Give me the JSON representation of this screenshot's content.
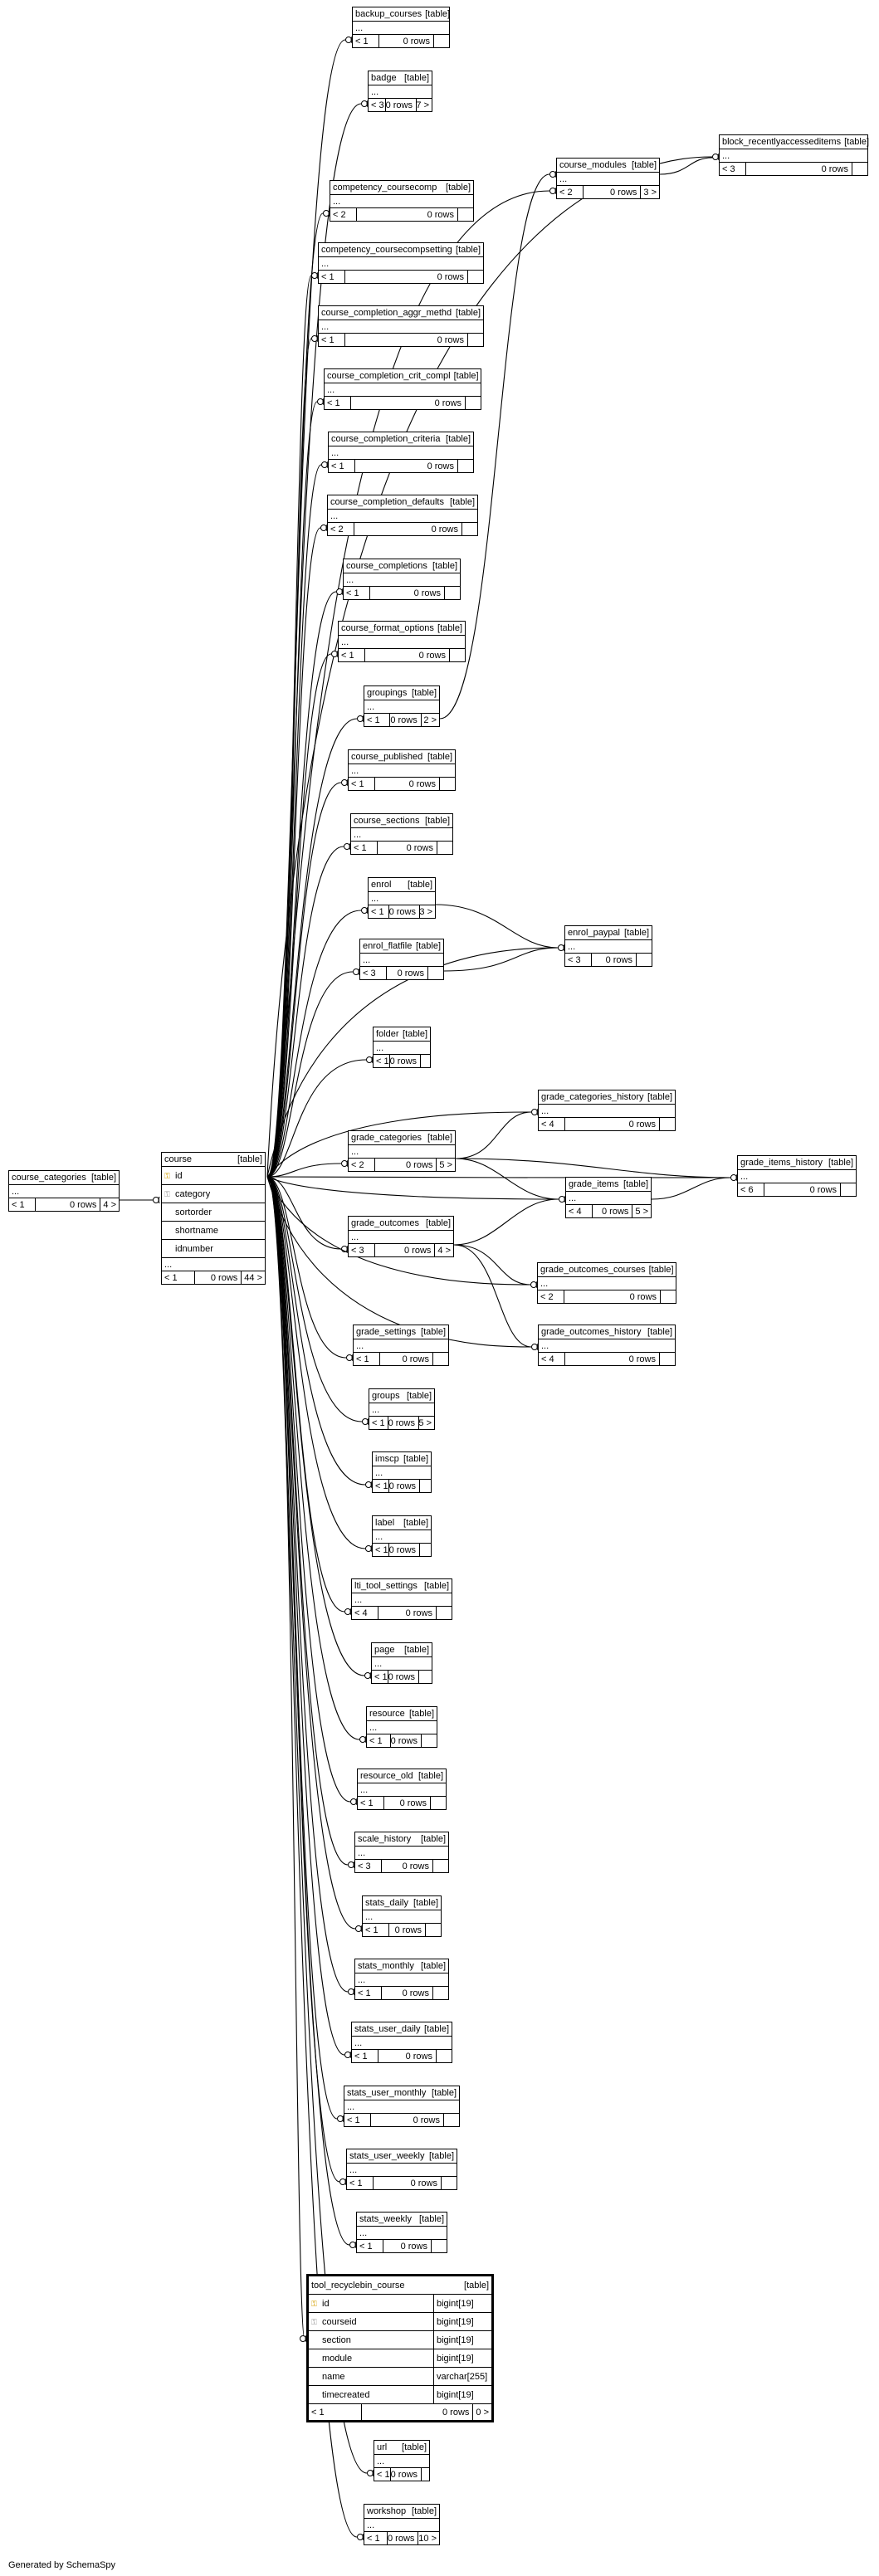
{
  "footer": "Generated by SchemaSpy",
  "tag": "[table]",
  "ellipsis": "...",
  "tables": [
    {
      "id": "backup_courses",
      "name": "backup_courses",
      "left": "< 1",
      "rows": "0 rows",
      "right": ""
    },
    {
      "id": "badge",
      "name": "badge",
      "left": "< 3",
      "rows": "0 rows",
      "right": "7 >"
    },
    {
      "id": "course_modules",
      "name": "course_modules",
      "left": "< 2",
      "rows": "0 rows",
      "right": "3 >"
    },
    {
      "id": "block_recentlyaccesseditems",
      "name": "block_recentlyaccesseditems",
      "left": "< 3",
      "rows": "0 rows",
      "right": ""
    },
    {
      "id": "competency_coursecomp",
      "name": "competency_coursecomp",
      "left": "< 2",
      "rows": "0 rows",
      "right": ""
    },
    {
      "id": "competency_coursecompsetting",
      "name": "competency_coursecompsetting",
      "left": "< 1",
      "rows": "0 rows",
      "right": ""
    },
    {
      "id": "course_completion_aggr_methd",
      "name": "course_completion_aggr_methd",
      "left": "< 1",
      "rows": "0 rows",
      "right": ""
    },
    {
      "id": "course_completion_crit_compl",
      "name": "course_completion_crit_compl",
      "left": "< 1",
      "rows": "0 rows",
      "right": ""
    },
    {
      "id": "course_completion_criteria",
      "name": "course_completion_criteria",
      "left": "< 1",
      "rows": "0 rows",
      "right": ""
    },
    {
      "id": "course_completion_defaults",
      "name": "course_completion_defaults",
      "left": "< 2",
      "rows": "0 rows",
      "right": ""
    },
    {
      "id": "course_completions",
      "name": "course_completions",
      "left": "< 1",
      "rows": "0 rows",
      "right": ""
    },
    {
      "id": "course_format_options",
      "name": "course_format_options",
      "left": "< 1",
      "rows": "0 rows",
      "right": ""
    },
    {
      "id": "groupings",
      "name": "groupings",
      "left": "< 1",
      "rows": "0 rows",
      "right": "2 >"
    },
    {
      "id": "course_published",
      "name": "course_published",
      "left": "< 1",
      "rows": "0 rows",
      "right": ""
    },
    {
      "id": "course_sections",
      "name": "course_sections",
      "left": "< 1",
      "rows": "0 rows",
      "right": ""
    },
    {
      "id": "enrol",
      "name": "enrol",
      "left": "< 1",
      "rows": "0 rows",
      "right": "3 >"
    },
    {
      "id": "enrol_flatfile",
      "name": "enrol_flatfile",
      "left": "< 3",
      "rows": "0 rows",
      "right": ""
    },
    {
      "id": "enrol_paypal",
      "name": "enrol_paypal",
      "left": "< 3",
      "rows": "0 rows",
      "right": ""
    },
    {
      "id": "folder",
      "name": "folder",
      "left": "< 1",
      "rows": "0 rows",
      "right": ""
    },
    {
      "id": "grade_categories_history",
      "name": "grade_categories_history",
      "left": "< 4",
      "rows": "0 rows",
      "right": ""
    },
    {
      "id": "grade_categories",
      "name": "grade_categories",
      "left": "< 2",
      "rows": "0 rows",
      "right": "5 >"
    },
    {
      "id": "grade_items_history",
      "name": "grade_items_history",
      "left": "< 6",
      "rows": "0 rows",
      "right": ""
    },
    {
      "id": "grade_items",
      "name": "grade_items",
      "left": "< 4",
      "rows": "0 rows",
      "right": "5 >"
    },
    {
      "id": "grade_outcomes",
      "name": "grade_outcomes",
      "left": "< 3",
      "rows": "0 rows",
      "right": "4 >"
    },
    {
      "id": "grade_outcomes_courses",
      "name": "grade_outcomes_courses",
      "left": "< 2",
      "rows": "0 rows",
      "right": ""
    },
    {
      "id": "grade_outcomes_history",
      "name": "grade_outcomes_history",
      "left": "< 4",
      "rows": "0 rows",
      "right": ""
    },
    {
      "id": "grade_settings",
      "name": "grade_settings",
      "left": "< 1",
      "rows": "0 rows",
      "right": ""
    },
    {
      "id": "groups",
      "name": "groups",
      "left": "< 1",
      "rows": "0 rows",
      "right": "5 >"
    },
    {
      "id": "imscp",
      "name": "imscp",
      "left": "< 1",
      "rows": "0 rows",
      "right": ""
    },
    {
      "id": "label",
      "name": "label",
      "left": "< 1",
      "rows": "0 rows",
      "right": ""
    },
    {
      "id": "lti_tool_settings",
      "name": "lti_tool_settings",
      "left": "< 4",
      "rows": "0 rows",
      "right": ""
    },
    {
      "id": "page",
      "name": "page",
      "left": "< 1",
      "rows": "0 rows",
      "right": ""
    },
    {
      "id": "resource",
      "name": "resource",
      "left": "< 1",
      "rows": "0 rows",
      "right": ""
    },
    {
      "id": "resource_old",
      "name": "resource_old",
      "left": "< 1",
      "rows": "0 rows",
      "right": ""
    },
    {
      "id": "scale_history",
      "name": "scale_history",
      "left": "< 3",
      "rows": "0 rows",
      "right": ""
    },
    {
      "id": "stats_daily",
      "name": "stats_daily",
      "left": "< 1",
      "rows": "0 rows",
      "right": ""
    },
    {
      "id": "stats_monthly",
      "name": "stats_monthly",
      "left": "< 1",
      "rows": "0 rows",
      "right": ""
    },
    {
      "id": "stats_user_daily",
      "name": "stats_user_daily",
      "left": "< 1",
      "rows": "0 rows",
      "right": ""
    },
    {
      "id": "stats_user_monthly",
      "name": "stats_user_monthly",
      "left": "< 1",
      "rows": "0 rows",
      "right": ""
    },
    {
      "id": "stats_user_weekly",
      "name": "stats_user_weekly",
      "left": "< 1",
      "rows": "0 rows",
      "right": ""
    },
    {
      "id": "stats_weekly",
      "name": "stats_weekly",
      "left": "< 1",
      "rows": "0 rows",
      "right": ""
    },
    {
      "id": "url",
      "name": "url",
      "left": "< 1",
      "rows": "0 rows",
      "right": ""
    },
    {
      "id": "workshop",
      "name": "workshop",
      "left": "< 1",
      "rows": "0 rows",
      "right": "10 >"
    },
    {
      "id": "course_categories",
      "name": "course_categories",
      "left": "< 1",
      "rows": "0 rows",
      "right": "4 >"
    }
  ],
  "course": {
    "name": "course",
    "columns": [
      {
        "name": "id",
        "key": "pk"
      },
      {
        "name": "category",
        "key": "fk"
      },
      {
        "name": "sortorder",
        "key": ""
      },
      {
        "name": "shortname",
        "key": ""
      },
      {
        "name": "idnumber",
        "key": ""
      }
    ],
    "left": "< 1",
    "rows": "0 rows",
    "right": "44 >"
  },
  "tool_recyclebin_course": {
    "name": "tool_recyclebin_course",
    "columns": [
      {
        "name": "id",
        "type": "bigint[19]",
        "key": "pk"
      },
      {
        "name": "courseid",
        "type": "bigint[19]",
        "key": "fk"
      },
      {
        "name": "section",
        "type": "bigint[19]",
        "key": ""
      },
      {
        "name": "module",
        "type": "bigint[19]",
        "key": ""
      },
      {
        "name": "name",
        "type": "varchar[255]",
        "key": ""
      },
      {
        "name": "timecreated",
        "type": "bigint[19]",
        "key": ""
      }
    ],
    "left": "< 1",
    "rows": "0 rows",
    "right": "0 >"
  }
}
